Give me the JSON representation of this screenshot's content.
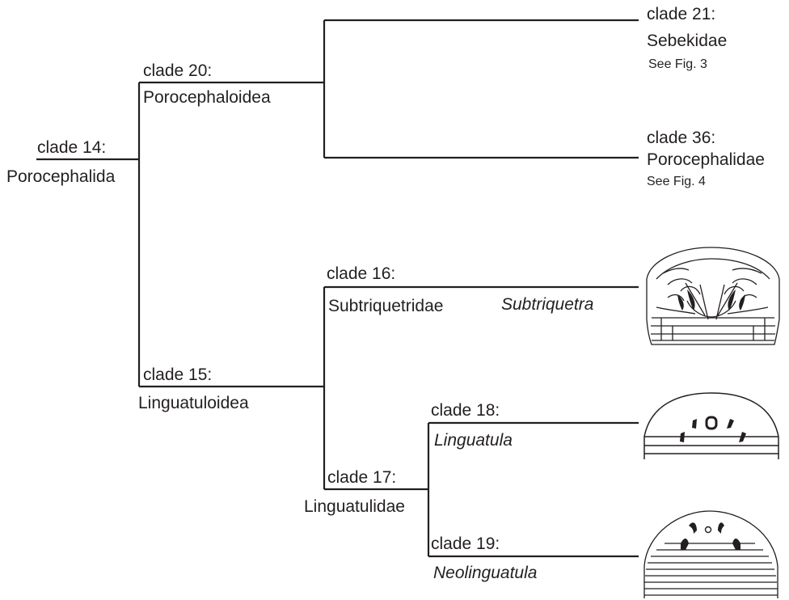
{
  "tree": {
    "clade14": {
      "head": "clade 14:",
      "name": "Porocephalida"
    },
    "clade20": {
      "head": "clade 20:",
      "name": "Porocephaloidea"
    },
    "clade21": {
      "head": "clade 21:",
      "name": "Sebekidae",
      "see": "See Fig. 3"
    },
    "clade36": {
      "head": "clade 36:",
      "name": "Porocephalidae",
      "see": "See Fig. 4"
    },
    "clade15": {
      "head": "clade 15:",
      "name": "Linguatuloidea"
    },
    "clade16": {
      "head": "clade 16:",
      "name": "Subtriquetridae",
      "genus": "Subtriquetra"
    },
    "clade17": {
      "head": "clade 17:",
      "name": "Linguatulidae"
    },
    "clade18": {
      "head": "clade 18:",
      "name": "Linguatula"
    },
    "clade19": {
      "head": "clade 19:",
      "name": "Neolinguatula"
    }
  },
  "colors": {
    "line": "#231f20",
    "background": "#ffffff"
  },
  "illustrations": [
    "subtriquetra-head-drawing",
    "linguatula-head-drawing",
    "neolinguatula-head-drawing"
  ]
}
